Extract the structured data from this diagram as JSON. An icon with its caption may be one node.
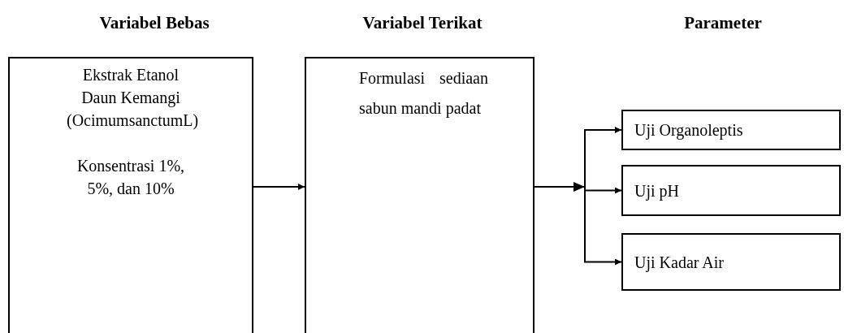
{
  "diagram": {
    "nodes": [
      {
        "text": [
          "Ekstrak Etanol Daun Kemangi (OcimumsanctumL)",
          "Konsentrasi 1%, 5%, dan 10%"
        ]
      },
      {
        "text": [
          "Formulasi sediaan sabun mandi padat"
        ]
      },
      {
        "text": [
          "Uji Organoleptis"
        ]
      },
      {
        "text": [
          "Uji pH"
        ]
      },
      {
        "text": [
          "Uji Kadar Air"
        ]
      }
    ],
    "edges": [
      {
        "from": 0,
        "to": 1,
        "arrow": "to"
      },
      {
        "from": 1,
        "to": 2,
        "arrow": "to"
      },
      {
        "from": 1,
        "to": 3,
        "arrow": "to"
      },
      {
        "from": 1,
        "to": 4,
        "arrow": "to"
      }
    ],
    "labels": [
      "Variabel Bebas",
      "Variabel Terikat",
      "Parameter"
    ]
  }
}
